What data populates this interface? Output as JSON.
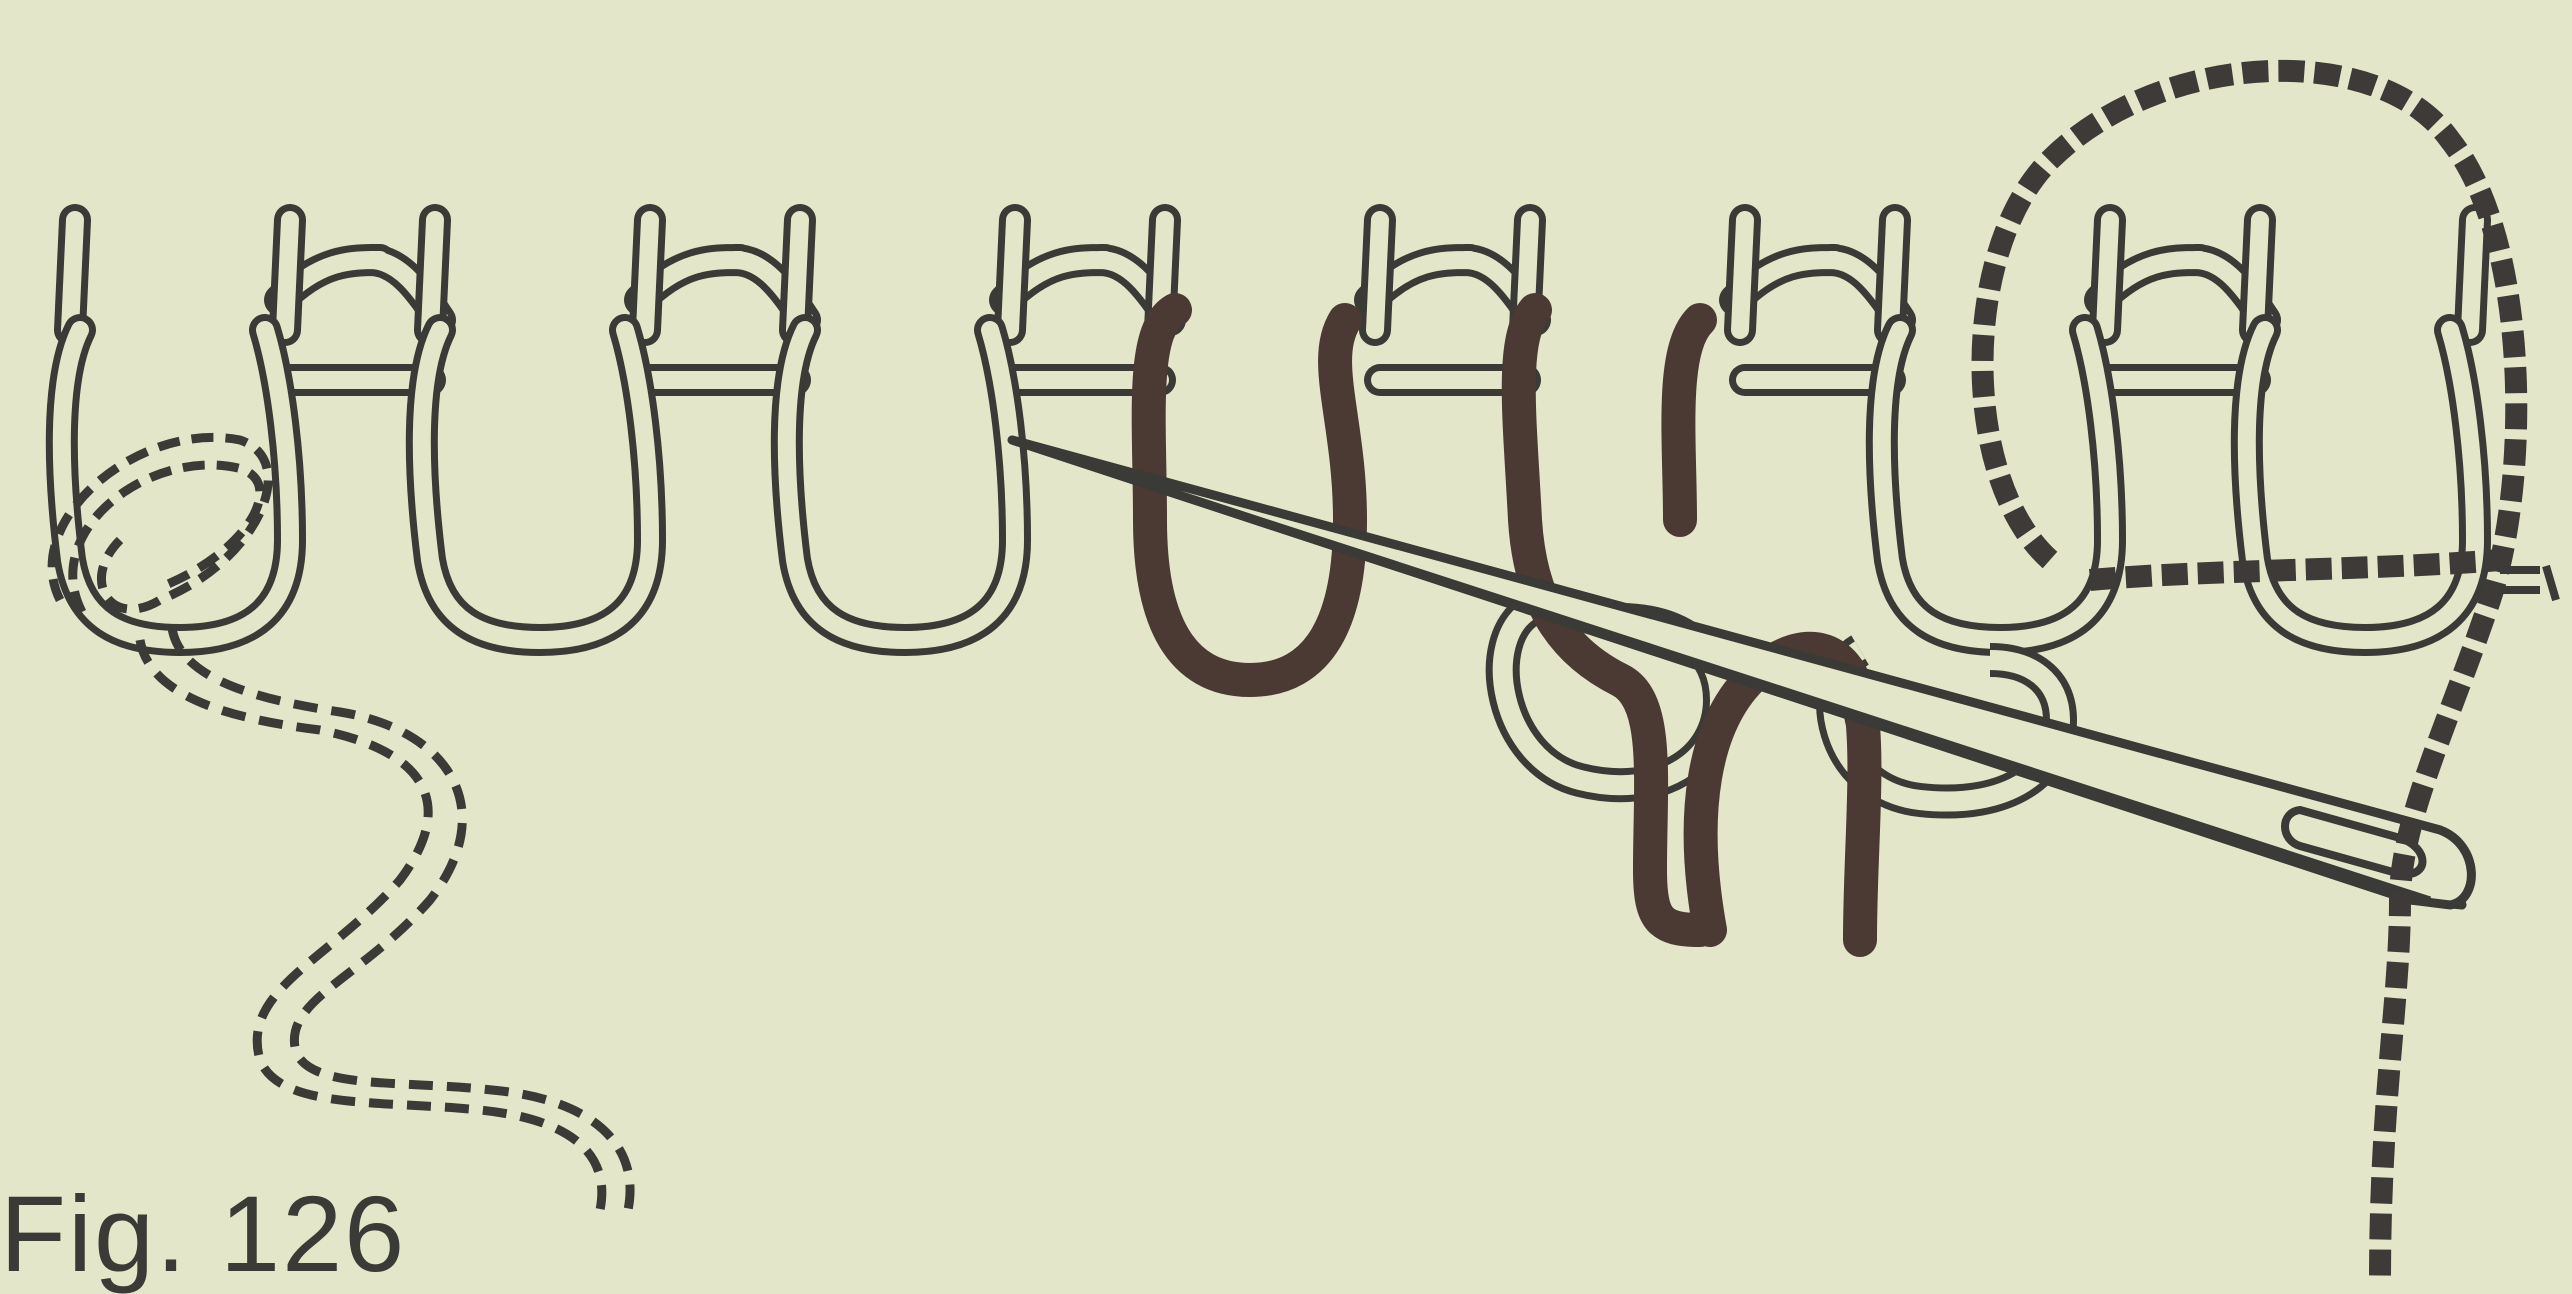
{
  "figure": {
    "caption": "Fig. 126",
    "colors": {
      "background": "#e4e6c9",
      "outline": "#3a3a36",
      "stitch_fill": "#e4e6c9",
      "dark_yarn": "#4a3a33",
      "twisted_yarn_dark": "#3d3a37",
      "twisted_yarn_light": "#e4e6c9"
    },
    "elements": [
      "knitted-stitch-row",
      "dashed-loose-yarn-end",
      "dark-worked-loops",
      "lower-open-loops",
      "tapestry-needle",
      "twisted-working-yarn"
    ]
  }
}
